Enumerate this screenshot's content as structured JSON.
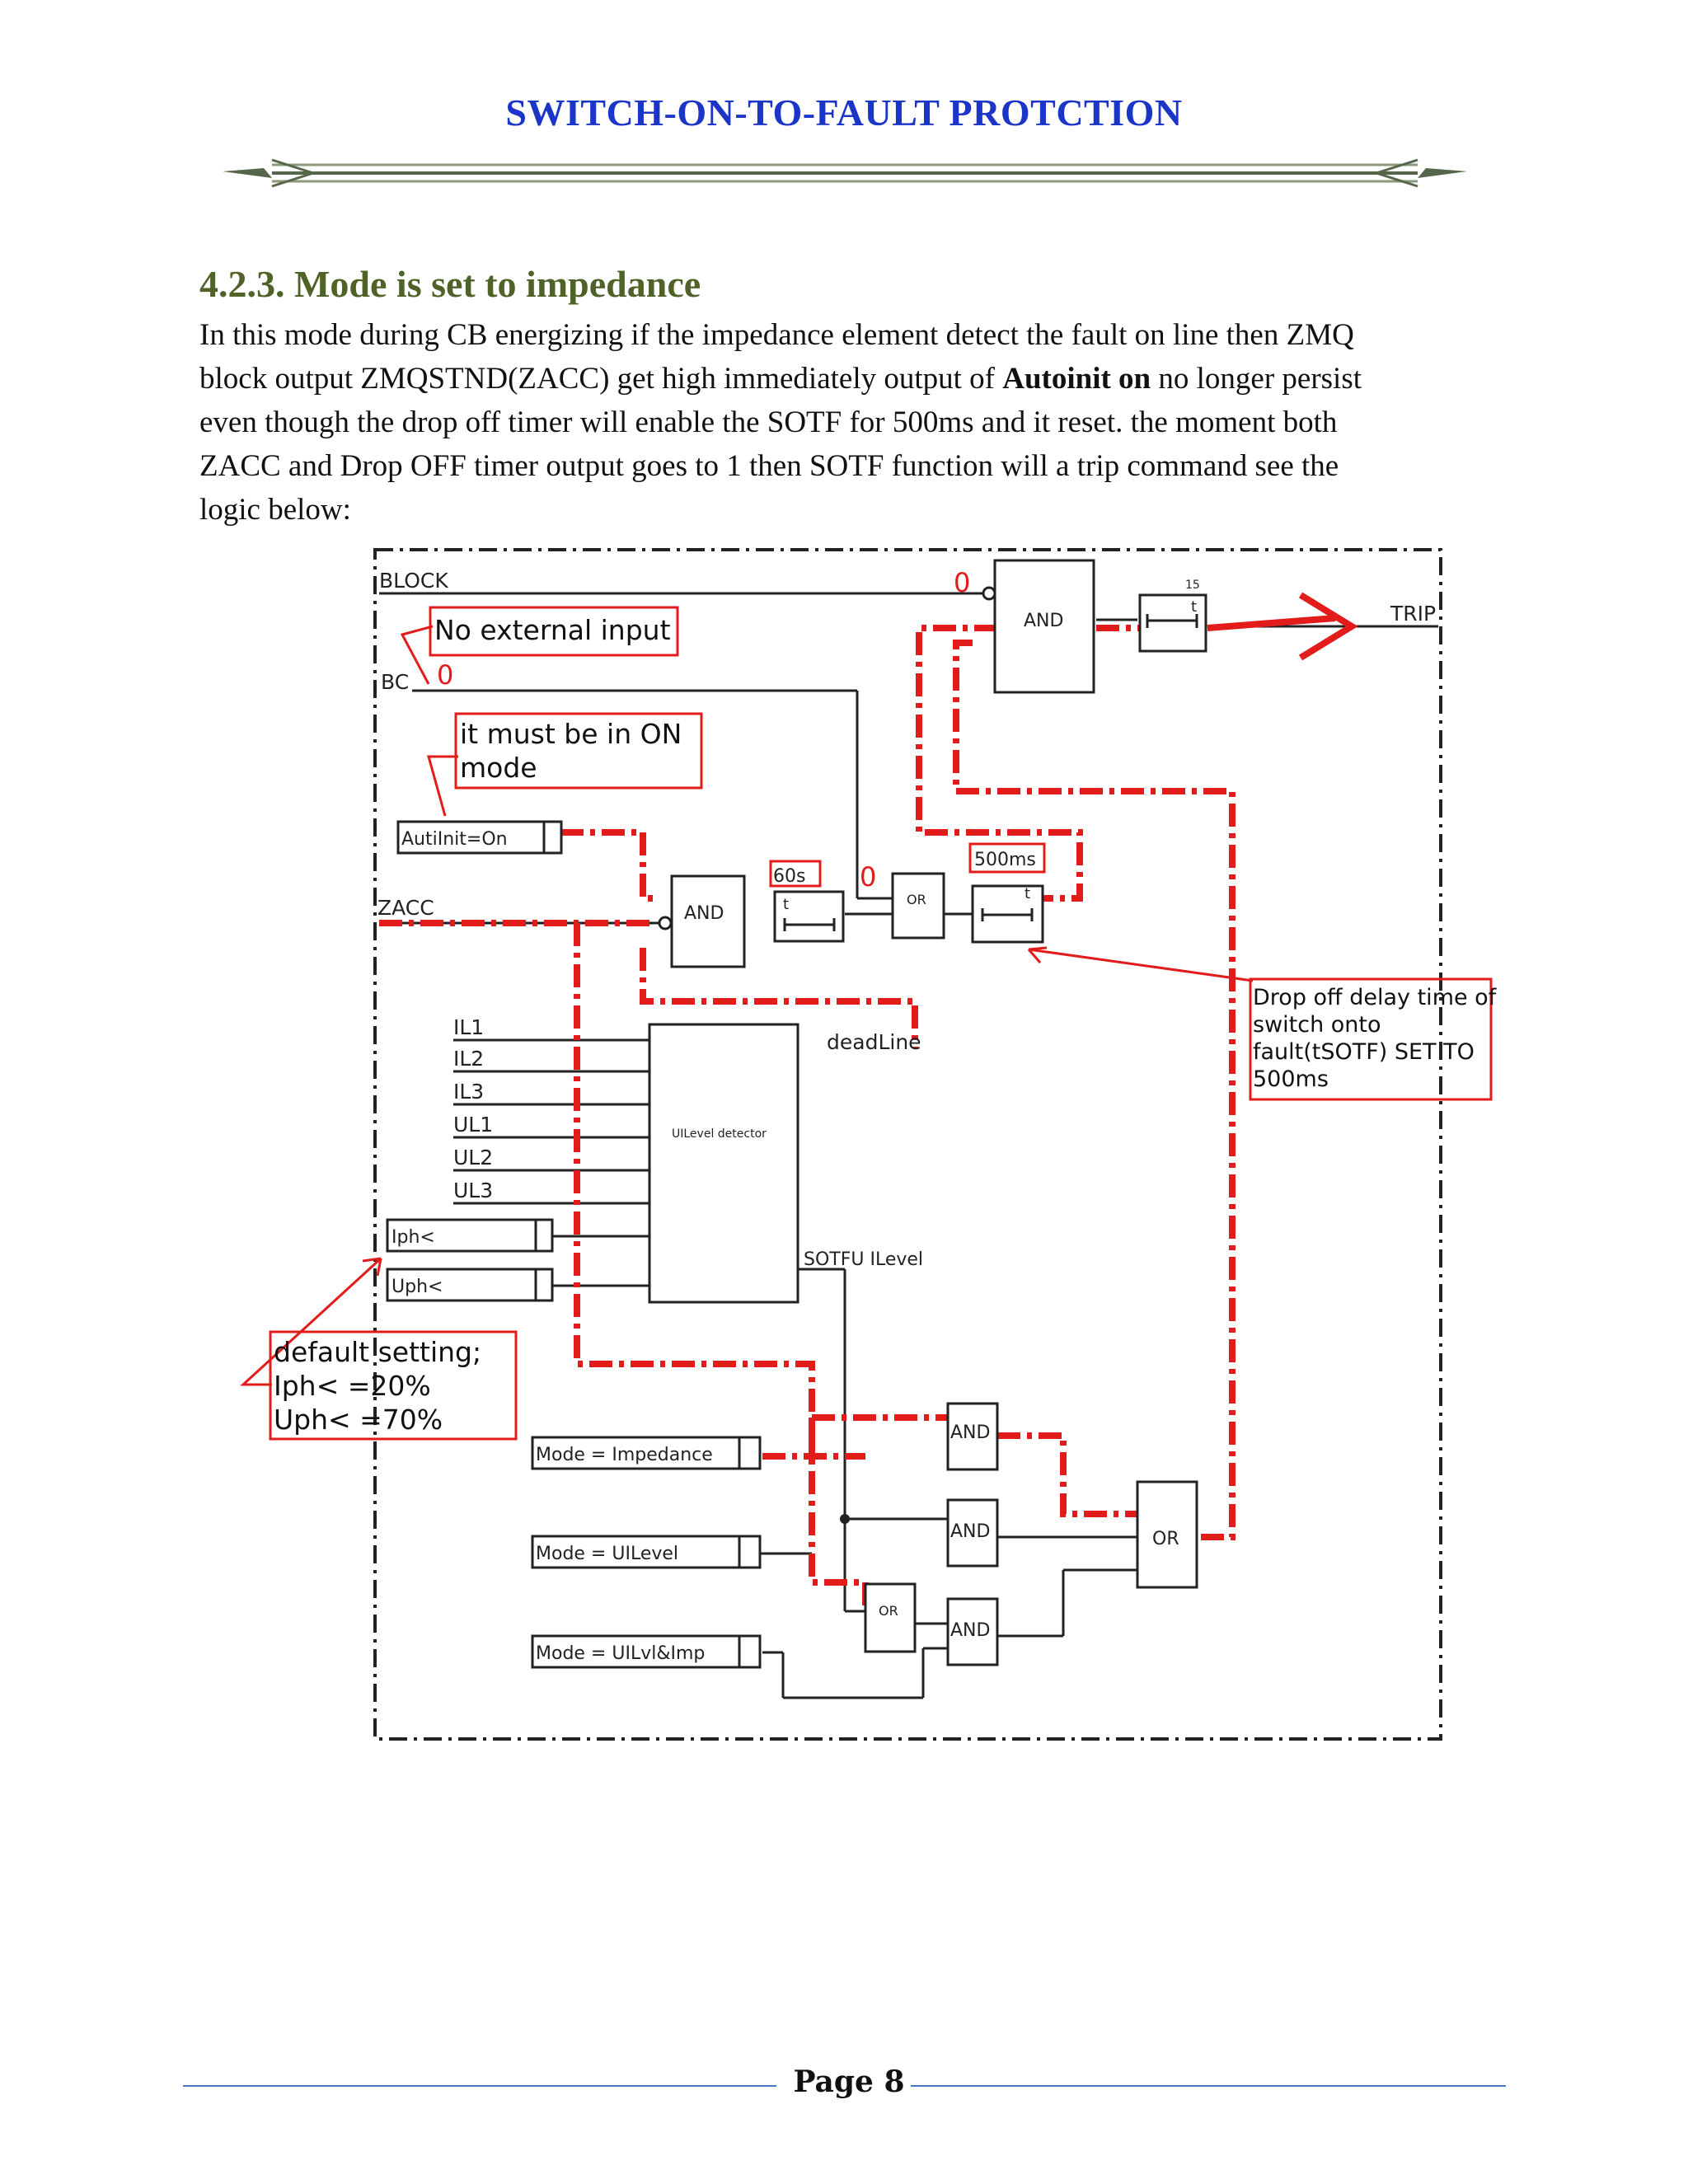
{
  "header": {
    "title": "SWITCH-ON-TO-FAULT PROTCTION"
  },
  "section": {
    "heading": "4.2.3. Mode is set to impedance",
    "paragraph_lines": [
      "In this mode during CB energizing if the impedance element detect the fault on line then ZMQ",
      "block output ZMQSTND(ZACC) get high immediately output of ",
      "even though the drop off timer will enable the SOTF for 500ms and it reset. the moment both",
      "ZACC and Drop OFF timer output goes to 1 then SOTF function will a trip command see the",
      "logic below:"
    ],
    "bold_phrase": "Autoinit on",
    "line2_tail": " no longer persist"
  },
  "diagram": {
    "signals": {
      "block": "BLOCK",
      "bc": "BC",
      "zacc": "ZACC",
      "trip": "TRIP",
      "il1": "IL1",
      "il2": "IL2",
      "il3": "IL3",
      "ul1": "UL1",
      "ul2": "UL2",
      "ul3": "UL3",
      "deadline": "deadLine",
      "sotfu_ilevel": "SOTFU ILevel"
    },
    "settings": {
      "autoinit": "AutiInit=On",
      "iph": "Iph<",
      "uph": "Uph<",
      "mode_impedance": "Mode = Impedance",
      "mode_uilevel": "Mode = UILevel",
      "mode_uilvlimp": "Mode = UILvl&Imp"
    },
    "gates": {
      "and_label": "AND",
      "or_label": "OR",
      "timer_t": "t",
      "detector": "UILevel detector",
      "trip_delay": "15"
    },
    "values": {
      "zero_mark": "0",
      "timer_60s": "60s",
      "timer_500ms": "500ms"
    },
    "callouts": {
      "no_external_input": "No external input",
      "on_mode_1": "it must be in ON",
      "on_mode_2": "mode",
      "drop_off_1": "Drop off delay time of",
      "drop_off_2": "switch onto",
      "drop_off_3": "fault(tSOTF) SET TO",
      "drop_off_4": "500ms",
      "default_1": "default setting;",
      "default_2": "Iph< =20%",
      "default_3": "Uph< =70%"
    },
    "colors": {
      "highlight": "#e21b1b",
      "line": "#222222",
      "heading": "#4f6228",
      "title": "#1a35c8"
    }
  },
  "footer": {
    "page_label": "Page 8"
  }
}
